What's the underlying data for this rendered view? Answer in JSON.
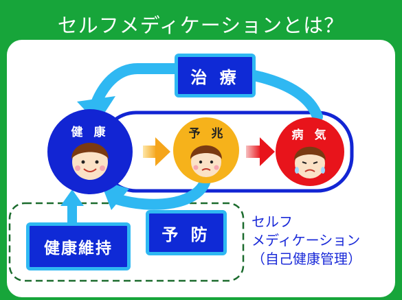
{
  "title": "セルフメディケーションとは？",
  "boxes": {
    "treatment": "治 療",
    "prevention": "予 防",
    "maintenance": "健康維持"
  },
  "stages": {
    "health": "健 康",
    "sign": "予 兆",
    "illness": "病 気"
  },
  "caption": {
    "line1": "セルフ",
    "line2": "メディケーション",
    "line3": "（自己健康管理）"
  },
  "colors": {
    "background": "#17a53a",
    "box_fill": "#0f2ad6",
    "box_border": "#2fb8f2",
    "health": "#1225d3",
    "sign": "#f6b21b",
    "illness": "#e8141b",
    "caption_text": "#1a2ad8"
  },
  "icons": [
    "smiling-face-icon",
    "worried-face-icon",
    "crying-face-icon"
  ]
}
